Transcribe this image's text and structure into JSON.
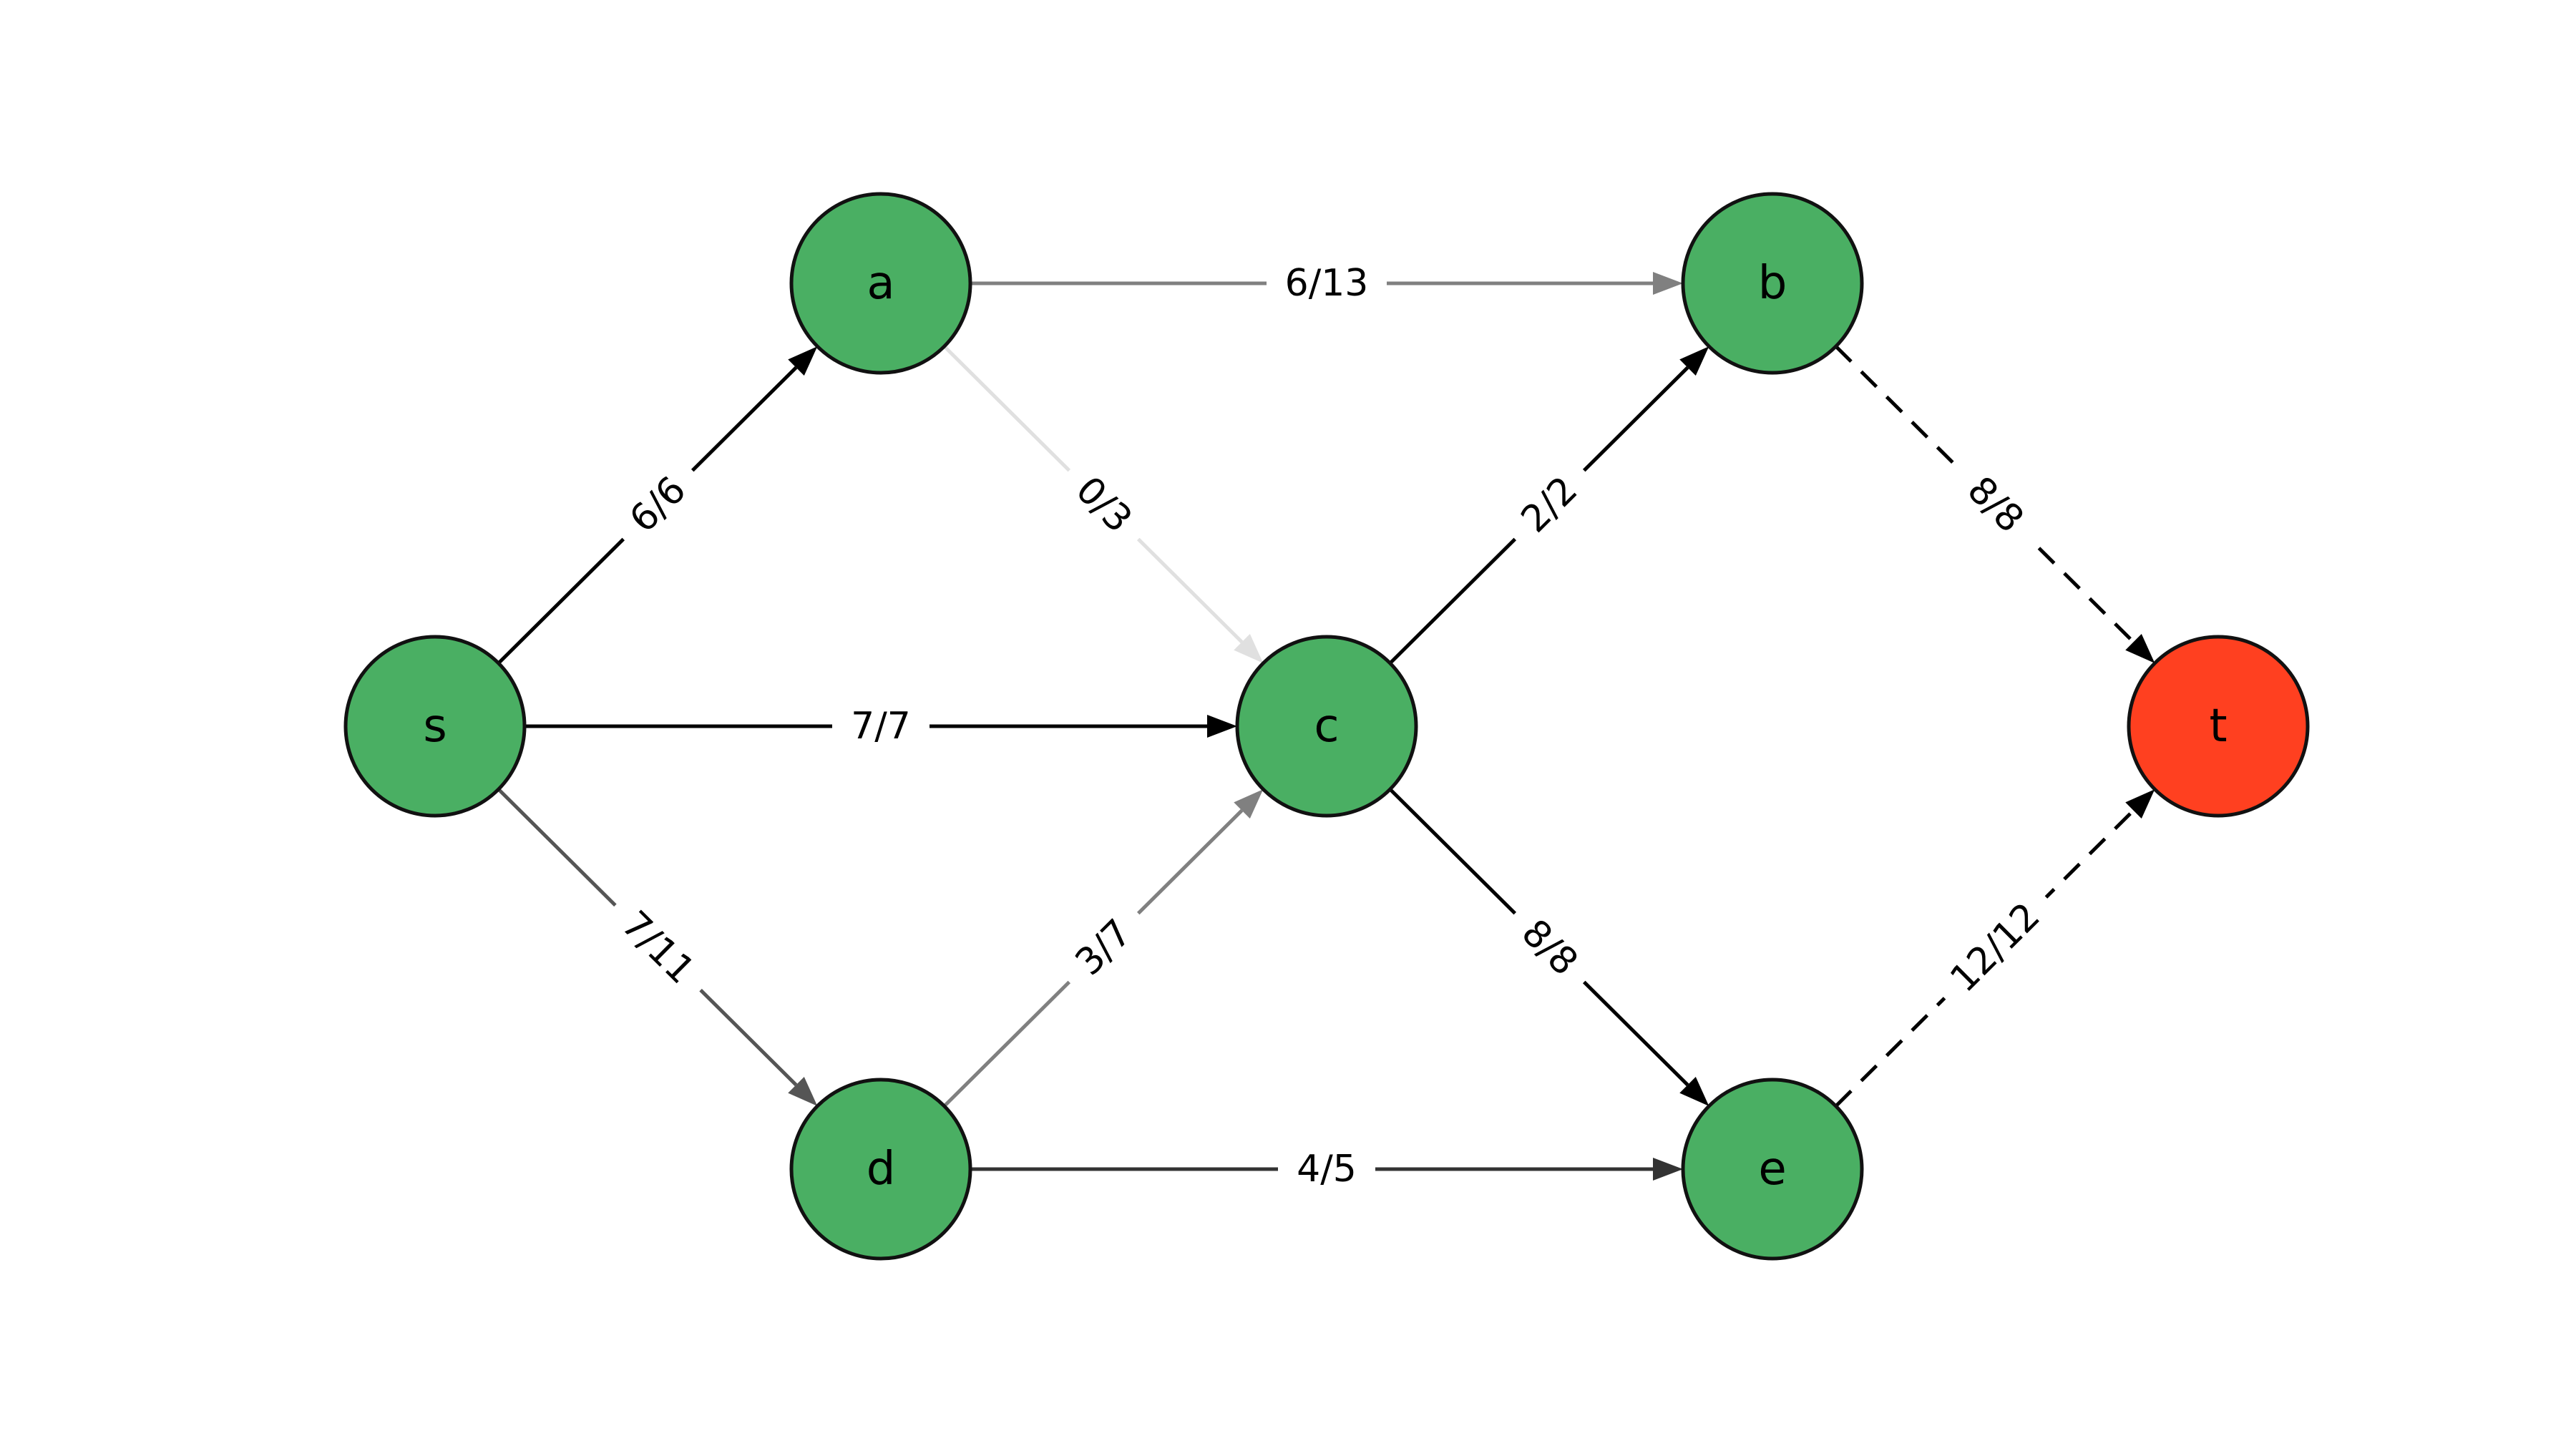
{
  "colors": {
    "node_fill": "#4aaf63",
    "sink_fill": "#ff4020",
    "node_stroke": "#111111",
    "background": "#ffffff"
  },
  "graph": {
    "nodes": [
      {
        "id": "s",
        "label": "s",
        "role": "source"
      },
      {
        "id": "a",
        "label": "a",
        "role": "internal"
      },
      {
        "id": "b",
        "label": "b",
        "role": "internal"
      },
      {
        "id": "c",
        "label": "c",
        "role": "internal"
      },
      {
        "id": "d",
        "label": "d",
        "role": "internal"
      },
      {
        "id": "e",
        "label": "e",
        "role": "internal"
      },
      {
        "id": "t",
        "label": "t",
        "role": "sink"
      }
    ],
    "edges": [
      {
        "from": "s",
        "to": "a",
        "label": "6/6",
        "color": "#000000",
        "style": "solid"
      },
      {
        "from": "s",
        "to": "c",
        "label": "7/7",
        "color": "#000000",
        "style": "solid"
      },
      {
        "from": "s",
        "to": "d",
        "label": "7/11",
        "color": "#555555",
        "style": "solid"
      },
      {
        "from": "a",
        "to": "b",
        "label": "6/13",
        "color": "#808080",
        "style": "solid"
      },
      {
        "from": "a",
        "to": "c",
        "label": "0/3",
        "color": "#e0e0e0",
        "style": "solid"
      },
      {
        "from": "c",
        "to": "b",
        "label": "2/2",
        "color": "#000000",
        "style": "solid"
      },
      {
        "from": "c",
        "to": "e",
        "label": "8/8",
        "color": "#000000",
        "style": "solid"
      },
      {
        "from": "d",
        "to": "c",
        "label": "3/7",
        "color": "#808080",
        "style": "solid"
      },
      {
        "from": "d",
        "to": "e",
        "label": "4/5",
        "color": "#333333",
        "style": "solid"
      },
      {
        "from": "b",
        "to": "t",
        "label": "8/8",
        "color": "#000000",
        "style": "dashed"
      },
      {
        "from": "e",
        "to": "t",
        "label": "12/12",
        "color": "#000000",
        "style": "dashed"
      }
    ]
  }
}
